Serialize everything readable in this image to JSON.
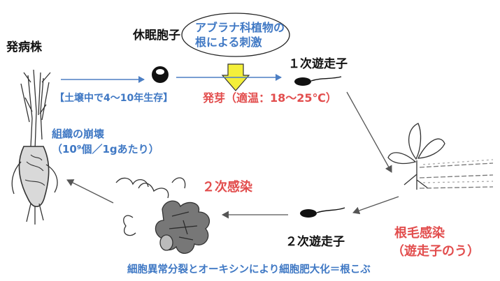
{
  "labels": {
    "diseased_plant": "発病株",
    "resting_spore": "休眠胞子",
    "root_stimulus_line1": "アブラナ科植物の",
    "root_stimulus_line2": "根による刺激",
    "primary_zoospore": "１次遊走子",
    "soil_survival": "【土壌中で4～10年生存】",
    "germination": "発芽（適温：18～25℃）",
    "tissue_collapse": "組織の崩壊",
    "spore_density": "（10⁹個／1gあたり）",
    "secondary_infection": "２次感染",
    "root_hair_infection": "根毛感染",
    "zoosporangium": "（遊走子のう）",
    "secondary_zoospore": "２次遊走子",
    "clubroot_mechanism": "細胞異常分裂とオーキシンにより細胞肥大化＝根こぶ"
  },
  "colors": {
    "text_black": "#111111",
    "text_blue": "#3f78c4",
    "text_red": "#e24d4d",
    "arrow_blue": "#4d7fc4",
    "arrow_gray": "#555555",
    "stimulus_arrow_fill": "#f4ef3a"
  }
}
